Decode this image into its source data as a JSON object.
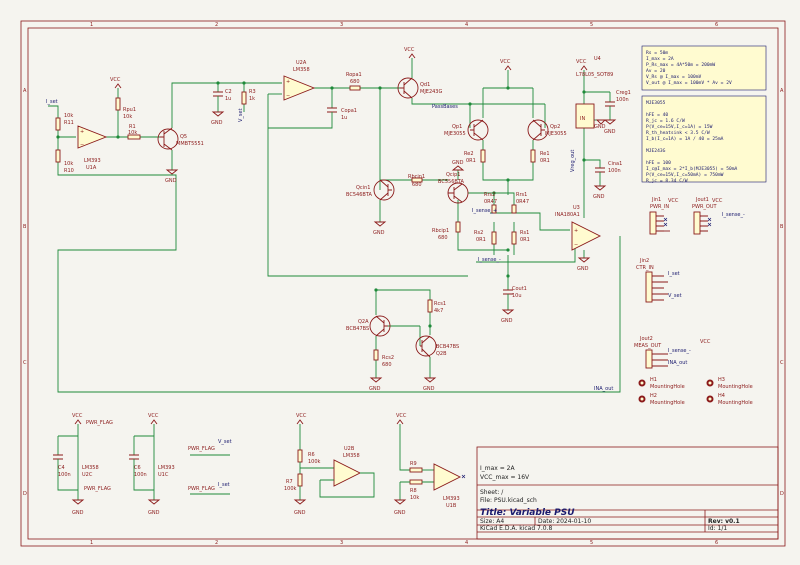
{
  "frame": {
    "cols": [
      "1",
      "2",
      "3",
      "4",
      "5",
      "6"
    ],
    "rows": [
      "A",
      "B",
      "C",
      "D"
    ]
  },
  "notes": {
    "rs": [
      "Rs = 50m",
      "I_max = 2A",
      "P_Rs_max = 4A*50m = 200mW",
      "Av = 20",
      "V_Rs @ I_max = 100mV",
      "V_out @ I_max = 100mV * Av = 2V"
    ],
    "mje3055": [
      "MJE3055",
      "",
      "hFE = 40",
      "R_jc = 1.6 C/W",
      "P(V_ce=15V,I_c=1A) = 15W",
      "R_th_heatsink < 3.5 C/W",
      "I_b(I_c=1A) = 1A / 40 = 25mA",
      "",
      "MJE243G",
      "",
      "hFE = 100",
      "I_c@I_max = 2*I_b(MJE3055) = 50mA",
      "P(V_ce=15V,I_c=50mA) = 750mW",
      "R_jc = 8.34 C/W"
    ],
    "design": [
      "I_max = 2A",
      "VCC_max = 16V"
    ]
  },
  "titleblock": {
    "sheet": "Sheet: /",
    "file": "File: PSU.kicad_sch",
    "title": "Title: Variable PSU",
    "size": "Size: A4",
    "date": "Date: 2024-01-10",
    "rev": "Rev: v0.1",
    "tool": "KiCad E.D.A.  kicad 7.0.8",
    "id": "Id: 1/1"
  },
  "labels": {
    "vcc": "VCC",
    "gnd": "GND",
    "iset": "I_set",
    "vset": "V_set",
    "passbases": "PassBases",
    "isense_p": "I_sense_+",
    "isense_m": "I_sense_-",
    "inaout": "INA_out",
    "vrefout": "Vreg_out",
    "pwrflag": "PWR_FLAG"
  },
  "components": {
    "u1a": [
      "LM393",
      "U1A"
    ],
    "r11": [
      "10k",
      "R11"
    ],
    "r10": [
      "10k",
      "R10"
    ],
    "r1": [
      "R1",
      "10k"
    ],
    "rpu1": [
      "Rpu1",
      "10k"
    ],
    "q5": [
      "Q5",
      "MMBT5551"
    ],
    "c2": [
      "C2",
      "1u"
    ],
    "r3": [
      "R3",
      "1k"
    ],
    "u2a": [
      "U2A",
      "LM358"
    ],
    "ropa1": [
      "Ropa1",
      "680"
    ],
    "copa1": [
      "Copa1",
      "1u"
    ],
    "qd1": [
      "Qd1",
      "MJE243G"
    ],
    "qp1": [
      "Qp1",
      "MJE3055"
    ],
    "qp2": [
      "Qp2",
      "MJE3055"
    ],
    "re2": [
      "Re2",
      "0R1"
    ],
    "re1": [
      "Re1",
      "0R1"
    ],
    "u4": [
      "L78L05_SOT89",
      "U4"
    ],
    "creg1": [
      "Creg1",
      "100n"
    ],
    "cina1": [
      "Cina1",
      "100n"
    ],
    "qcin1": [
      "Qcin1",
      "BC546BTA"
    ],
    "rbcin1": [
      "Rbcin1",
      "680"
    ],
    "qcip1": [
      "Qcip1",
      "BC556BTA"
    ],
    "rbcip1": [
      "Rbcip1",
      "680"
    ],
    "rrs2": [
      "Rrs2",
      "0R47"
    ],
    "rrs1": [
      "Rrs1",
      "0R47"
    ],
    "rs2": [
      "Rs2",
      "0R1"
    ],
    "rs1": [
      "Rs1",
      "0R1"
    ],
    "u3": [
      "U3",
      "INA180A1"
    ],
    "cout1": [
      "Cout1",
      "10u"
    ],
    "rcs1": [
      "Rcs1",
      "4k7"
    ],
    "rcs2": [
      "Rcs2",
      "680"
    ],
    "q2a": [
      "Q2A",
      "BCB47BS"
    ],
    "q2b": [
      "BCB47BS",
      "Q2B"
    ],
    "jin1": [
      "Jin1",
      "PWR_IN"
    ],
    "jout1": [
      "Jout1",
      "PWR_OUT"
    ],
    "jin2": [
      "Jin2",
      "CTR_IN"
    ],
    "jout2": [
      "Jout2",
      "MEAS_OUT"
    ],
    "h1": [
      "H1",
      "MountingHole"
    ],
    "h2": [
      "H2",
      "MountingHole"
    ],
    "h3": [
      "H3",
      "MountingHole"
    ],
    "h4": [
      "H4",
      "MountingHole"
    ],
    "c4": [
      "C4",
      "100n"
    ],
    "u2c": [
      "U2C",
      "LM358"
    ],
    "c6": [
      "C6",
      "100n"
    ],
    "u1c": [
      "U1C",
      "LM393"
    ],
    "r6": [
      "R6",
      "100k"
    ],
    "r7": [
      "R7",
      "100k"
    ],
    "u2b": [
      "U2B",
      "LM358"
    ],
    "r9": [
      "R9",
      "10k"
    ],
    "r8": [
      "R8",
      "10k"
    ],
    "u1b": [
      "LM393",
      "U1B"
    ]
  }
}
